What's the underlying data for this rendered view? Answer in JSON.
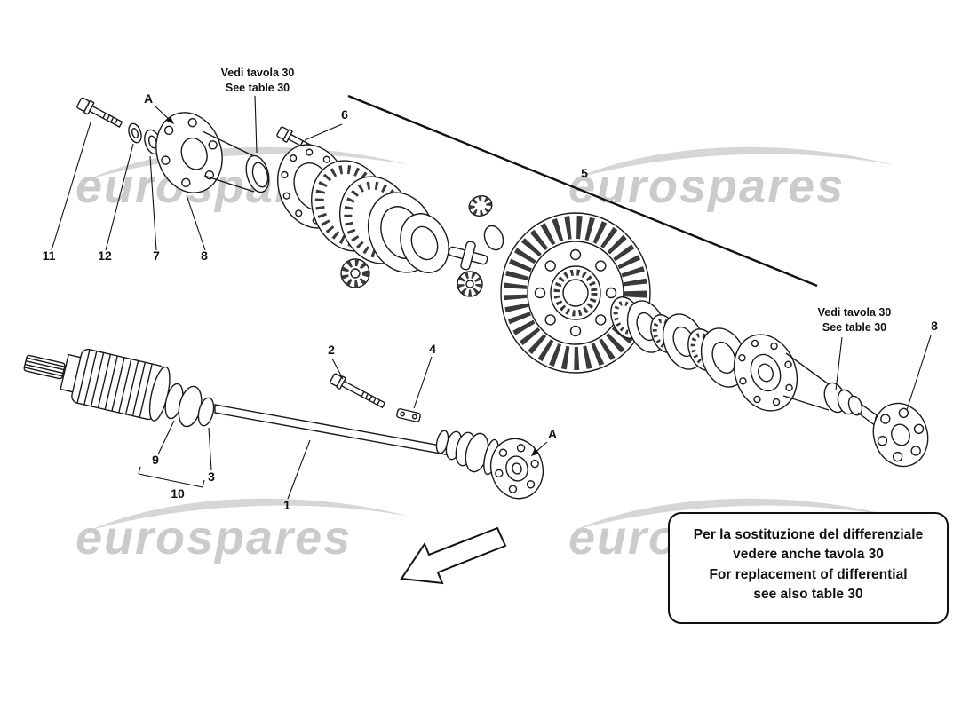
{
  "watermark": {
    "text": "eurospares"
  },
  "callouts": {
    "see_table_left": {
      "line1": "Vedi tavola 30",
      "line2": "See table 30"
    },
    "see_table_right": {
      "line1": "Vedi tavola 30",
      "line2": "See table 30"
    }
  },
  "note_box": {
    "line1": "Per la sostituzione del differenziale",
    "line2": "vedere anche tavola 30",
    "line3": "For replacement of differential",
    "line4": "see also table 30"
  },
  "part_labels": {
    "n1": "1",
    "n2": "2",
    "n3": "3",
    "n4": "4",
    "n5": "5",
    "n6": "6",
    "n7": "7",
    "n8_left": "8",
    "n8_right": "8",
    "n9": "9",
    "n10": "10",
    "n11": "11",
    "n12": "12",
    "view_a_top": "A",
    "view_a_bottom": "A"
  },
  "colors": {
    "line": "#1a1a1a",
    "watermark": "#cbcbcb",
    "background": "#ffffff"
  }
}
